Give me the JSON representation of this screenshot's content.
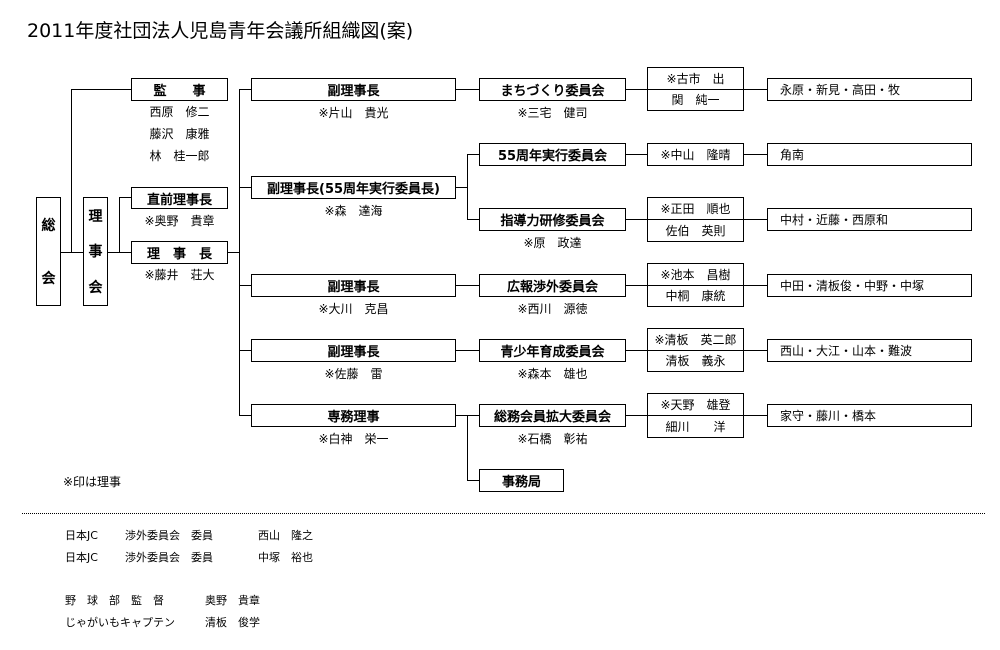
{
  "title": "2011年度社団法人児島青年会議所組織図(案)",
  "general_assembly": [
    "総",
    "会"
  ],
  "board": [
    "理",
    "事",
    "会"
  ],
  "auditor": {
    "label": "監　　事",
    "names": [
      "西原　修二",
      "藤沢　康雅",
      "林　桂一郎"
    ]
  },
  "past_president": {
    "label": "直前理事長",
    "name": "※奥野　貴章"
  },
  "president": {
    "label": "理　事　長",
    "name": "※藤井　荘大"
  },
  "officers": [
    {
      "label": "副理事長",
      "name": "※片山　貴光"
    },
    {
      "label": "副理事長(55周年実行委員長)",
      "name": "※森　達海"
    },
    {
      "label": "副理事長",
      "name": "※大川　克昌"
    },
    {
      "label": "副理事長",
      "name": "※佐藤　雷"
    },
    {
      "label": "専務理事",
      "name": "※白神　栄一"
    }
  ],
  "committees": [
    {
      "label": "まちづくり委員会",
      "chair": "※三宅　健司",
      "vice": [
        "※古市　出",
        "関　純一"
      ],
      "members": "永原・新見・高田・牧"
    },
    {
      "label": "55周年実行委員会",
      "chair": "",
      "vice": [
        "※中山　隆晴"
      ],
      "members": "角南"
    },
    {
      "label": "指導力研修委員会",
      "chair": "※原　政達",
      "vice": [
        "※正田　順也",
        "佐伯　英則"
      ],
      "members": "中村・近藤・西原和"
    },
    {
      "label": "広報渉外委員会",
      "chair": "※西川　源徳",
      "vice": [
        "※池本　昌樹",
        "中桐　康統"
      ],
      "members": "中田・清板俊・中野・中塚"
    },
    {
      "label": "青少年育成委員会",
      "chair": "※森本　雄也",
      "vice": [
        "※清板　英二郎",
        "清板　義永"
      ],
      "members": "西山・大江・山本・難波"
    },
    {
      "label": "総務会員拡大委員会",
      "chair": "※石橋　彰祐",
      "vice": [
        "※天野　雄登",
        "細川　　洋"
      ],
      "members": "家守・藤川・橋本"
    }
  ],
  "secretariat": "事務局",
  "note": "※印は理事",
  "footer": [
    {
      "a": "日本JC",
      "b": "渉外委員会　委員",
      "c": "西山　隆之"
    },
    {
      "a": "日本JC",
      "b": "渉外委員会　委員",
      "c": "中塚　裕也"
    },
    {
      "a": "野　球　部　監　督",
      "c": "奥野　貴章"
    },
    {
      "a": "じゃがいもキャプテン",
      "c": "清板　俊学"
    }
  ]
}
